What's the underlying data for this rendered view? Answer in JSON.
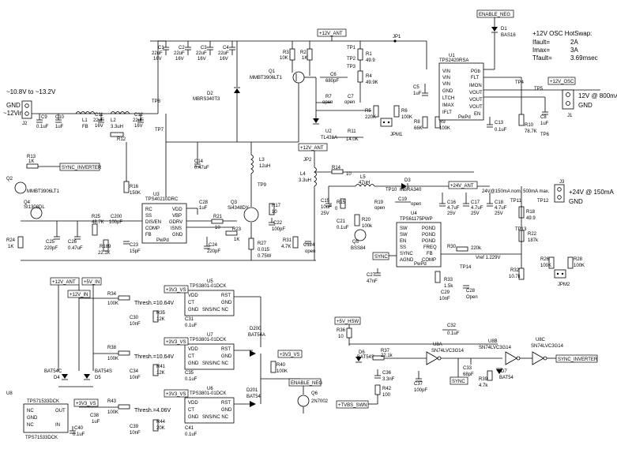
{
  "hotswap_note": [
    "+12V OSC HotSwap:",
    "Ifault=",
    "2A",
    "Imax=",
    "3A",
    "Tfault=",
    "3.69msec"
  ],
  "input": {
    "range": "~10.8V to ~13.2V",
    "gnd": "GND",
    "vin": "~12Vin",
    "connector": "J2"
  },
  "net_tags": {
    "enable_neg_top": "ENABLE_NEG",
    "p12v_ant_top": "+12V_ANT",
    "p12v_osc": "+12V_OSC",
    "sync_inverter_left": "SYNC_INVERTER",
    "p12v_ant_mid": "+12V_ANT",
    "p24v_ant": "+24V_ANT",
    "sync_mid": "SYNC",
    "p12v_ant_bot": "+12V_ANT",
    "p5v_in": "+5V_IN",
    "p12v_in": "+12V_IN",
    "p3v3_vs_a": "+3V3_VS",
    "p3v3_vs_b": "+3V3_VS",
    "p3v3_vs_c": "+3V3_VS",
    "p3v3_vs_d": "+3V3_VS",
    "p3v3_vs_e": "+3V3_VS",
    "enable_neg_bot": "ENABLE_NEG",
    "p5v_hsw": "+5V_HSW",
    "tvbs_swn": "+TVBS_SWN",
    "sync_bot": "SYNC",
    "sync_inverter_right": "SYNC_INVERTER"
  },
  "outputs": {
    "osc_out": "12V @ 800mA",
    "out_24v": "+24V @ 150mA",
    "j1": "J1",
    "j3": "J3",
    "gnd": "GND",
    "nom_24v": "24V@150mA nom. 500mA max."
  },
  "caps_top": [
    {
      "ref": "C1",
      "val": "22uF",
      "v": "16V"
    },
    {
      "ref": "C2",
      "val": "22uF",
      "v": "16V"
    },
    {
      "ref": "C3",
      "val": "22uF",
      "v": "16V"
    },
    {
      "ref": "C4",
      "val": "22uF",
      "v": "16V"
    }
  ],
  "diodes_top": {
    "d1": "D1",
    "d1_val": "BAS16",
    "d2": "D2",
    "d2_val": "MBRS340T3"
  },
  "q1": {
    "ref": "Q1",
    "val": "MMBT3906LT1"
  },
  "resistors_top": [
    {
      "ref": "R3",
      "val": "10K"
    },
    {
      "ref": "R2",
      "val": "1K"
    },
    {
      "ref": "R1",
      "val": "49.9"
    },
    {
      "ref": "R4",
      "val": "49.9K"
    },
    {
      "ref": "R5",
      "val": "220K"
    },
    {
      "ref": "R6",
      "val": "100K"
    },
    {
      "ref": "R7",
      "val": "open"
    },
    {
      "ref": "R8",
      "val": "66K"
    },
    {
      "ref": "R9",
      "val": "100K"
    },
    {
      "ref": "R10",
      "val": "78.7K"
    },
    {
      "ref": "R11",
      "val": "14.0K"
    }
  ],
  "c6": {
    "ref": "C6",
    "val": "680pF"
  },
  "c7": {
    "ref": "C7",
    "val": "open"
  },
  "c8": {
    "ref": "C8",
    "val": "1uF"
  },
  "c5": {
    "ref": "C5",
    "val": "1uF"
  },
  "c13": {
    "ref": "C13",
    "val": "0.1uF"
  },
  "u1": {
    "ref": "U1",
    "part": "TPS2420RSA",
    "pins_left": [
      "VIN",
      "VIN",
      "VIN",
      "GND",
      "LTCH",
      "IMAX",
      "IFLT"
    ],
    "pins_right": [
      "PGb",
      "FLT",
      "IMON",
      "VOUT",
      "VOUT",
      "VOUT",
      "EN"
    ],
    "pad": "PwPd"
  },
  "u2": {
    "ref": "U2",
    "part": "TL431A"
  },
  "tp_labels": [
    "TP1",
    "TP2",
    "TP3",
    "TP4",
    "TP5",
    "TP6",
    "TP7",
    "TP8",
    "TP9",
    "TP10",
    "TP11",
    "TP12",
    "TP13",
    "TP14"
  ],
  "jp": [
    "JP1",
    "JP2",
    "JPM1",
    "JPM2"
  ],
  "input_filter": {
    "c9": "C9",
    "c9v": "0.1uF",
    "c10": "C10",
    "c10v": "1uF",
    "l1": "L1",
    "l1v": "FB",
    "c11": "C11",
    "c11v": "22uF",
    "c11r": "16V",
    "l2": "L2",
    "l2v": "3.3uH",
    "c12": "C12",
    "c12v": "22uF",
    "c12r": "16V",
    "r12": "R12"
  },
  "buck": {
    "u3": "U3",
    "u3part": "TPS40210DRC",
    "pins_left": [
      "RC",
      "SS",
      "DIS/EN",
      "COMP",
      "FB"
    ],
    "pins_right": [
      "VDD",
      "VBP",
      "GDRV",
      "ISNS",
      "GND"
    ],
    "pad": "PwPd",
    "q3": "Q3",
    "q3part": "Si4348DY",
    "l3": "L3",
    "l3v": "12uH",
    "c14": "C14",
    "c14v": "0.47uF",
    "r16": "R16",
    "r16v": "150K",
    "r25": "R25",
    "r25v": "48.7K",
    "c20": "C200",
    "c20v": "100pF",
    "r189": "R189",
    "r189v": "22.1K",
    "c23": "C23",
    "c23v": "15pF",
    "c25": "C25",
    "c25v": "220pF",
    "c26": "C26",
    "c26v": "0.47uF",
    "r24": "R24",
    "r24v": "1K",
    "r13": "R13",
    "r13v": "1K",
    "q2": "Q2",
    "q2part": "MMBT3906LT1",
    "q4": "Q4",
    "q4part": "SI1308DL",
    "c28": "C28",
    "c28v": "1uF",
    "r21": "R21",
    "r21v": "10",
    "r23": "R23",
    "r23v": "1K",
    "c24": "C24",
    "c24v": "220pF",
    "r17": "R17",
    "r17v": "10",
    "c22": "C22",
    "c22v": "100pF",
    "r27": "R27",
    "r27v": "0.015",
    "r27p": "0.75W",
    "r31": "R31",
    "r31v": "4.7K",
    "c124": "C124",
    "c124v": "open",
    "d3": "D3",
    "d3part": "MBRA340",
    "l4": "L4",
    "l4v": "3.3uH",
    "l5": "L5",
    "l5v": "47uH",
    "r14": "R14",
    "r14v": "10",
    "c15": "C15",
    "c15v": "10uF",
    "c15r": "25V",
    "r15": "R15",
    "r15v": "0",
    "c21": "C21",
    "c21v": "0.1uF",
    "r20": "R20",
    "r20v": "100k",
    "q5": "Q5",
    "q5part": "BSS84",
    "r19": "R19",
    "r19v": "open",
    "c19": "C19",
    "c19v": "open"
  },
  "boost": {
    "u4": "U4",
    "u4part": "TPS61175PWP",
    "pins_left": [
      "SW",
      "SW",
      "EN",
      "SS",
      "SYNC",
      "AGND"
    ],
    "pins_right": [
      "PGND",
      "PGND",
      "PGND",
      "FREQ",
      "FB",
      "COMP"
    ],
    "pad": "PwPd",
    "c16": "C16",
    "c16v": "4.7uF",
    "c16r": "25V",
    "c17": "C17",
    "c17v": "4.7uF",
    "c17r": "25V",
    "c18": "C18",
    "c18v": "4.7uF",
    "c18r": "25V",
    "r30": "R30",
    "r30v": "220k",
    "c27": "C27",
    "c27v": "47nF",
    "r33": "R33",
    "r33v": "1.5k",
    "c29": "C29",
    "c29v": "10nF",
    "c28b": "C28",
    "c28bv": "Open",
    "vref": "Vref 1.229V",
    "r18": "R18",
    "r18v": "49.9",
    "r22": "R22",
    "r22v": "187k",
    "r26": "R26",
    "r26v": "100K",
    "r28": "R28",
    "r28v": "100K",
    "r32": "R32",
    "r32v": "10.7k"
  },
  "supervisors": [
    {
      "ref": "U5",
      "part": "TPS3801-01DCK",
      "thresh": "Thresh.=10.64V",
      "rtop": "R34",
      "rtopv": "100K",
      "rbot": "R35",
      "rbotv": "12K",
      "cin": "C30",
      "cinv": "10nF",
      "cout": "C31",
      "coutv": "0.1uF"
    },
    {
      "ref": "U7",
      "part": "TPS3801-01DCK",
      "thresh": "Thresh.=10.64V",
      "rtop": "R38",
      "rtopv": "100K",
      "rbot": "R41",
      "rbotv": "12K",
      "cin": "C34",
      "cinv": "10nF",
      "cout": "C35",
      "coutv": "0.1uF"
    },
    {
      "ref": "U6",
      "part": "TPS3801-01DCK",
      "thresh": "Thresh.=4.06V",
      "rtop": "R43",
      "rtopv": "100K",
      "rbot": "R44",
      "rbotv": "20K",
      "cin": "C39",
      "cinv": "10nF",
      "cout": "C41",
      "coutv": "0.1uF"
    }
  ],
  "sup_pins_left": [
    "VDD",
    "CT",
    "GND"
  ],
  "sup_pins_right": [
    "RST",
    "GND",
    "SNS/NC NC"
  ],
  "ldo": {
    "ref": "U8",
    "part": "TPS71533DCK",
    "pins_left": [
      "NC",
      "GND",
      "NC"
    ],
    "pins_right": [
      "OUT",
      "IN"
    ],
    "c38": "C38",
    "c38v": "1uF",
    "c40": "C40",
    "c40v": "0.1uF",
    "d4": "D4",
    "d4p": "BAT54C",
    "d5": "D5",
    "d5p": "BAT54S"
  },
  "or_diodes": {
    "d200": "D200",
    "d200p": "BAT54A",
    "d201": "D201",
    "d201p": "BAT54",
    "r40": "R40",
    "r40v": "100K",
    "q6": "Q6",
    "q6p": "2N7002"
  },
  "osc": {
    "r36": "R36",
    "r36v": "10",
    "d6": "D6",
    "d6p": "BAT54S",
    "r37": "R37",
    "r37v": "22.1k",
    "c36": "C36",
    "c36v": "3.3nF",
    "r42": "R42",
    "r42v": "100",
    "c37": "C37",
    "c37v": "100pF",
    "c32": "C32",
    "c32v": "0.1uF",
    "u8a": "U8A",
    "u8apart": "SN74LVC3G14",
    "c33": "C33",
    "c33v": "68pF",
    "r39": "R39",
    "r39v": "4.7k",
    "d7": "D7",
    "d7p": "BAT54",
    "u8b": "U8B",
    "u8bpart": "SN74LVC3G14",
    "u8c": "U8C",
    "u8cpart": "SN74LVC3G14"
  }
}
